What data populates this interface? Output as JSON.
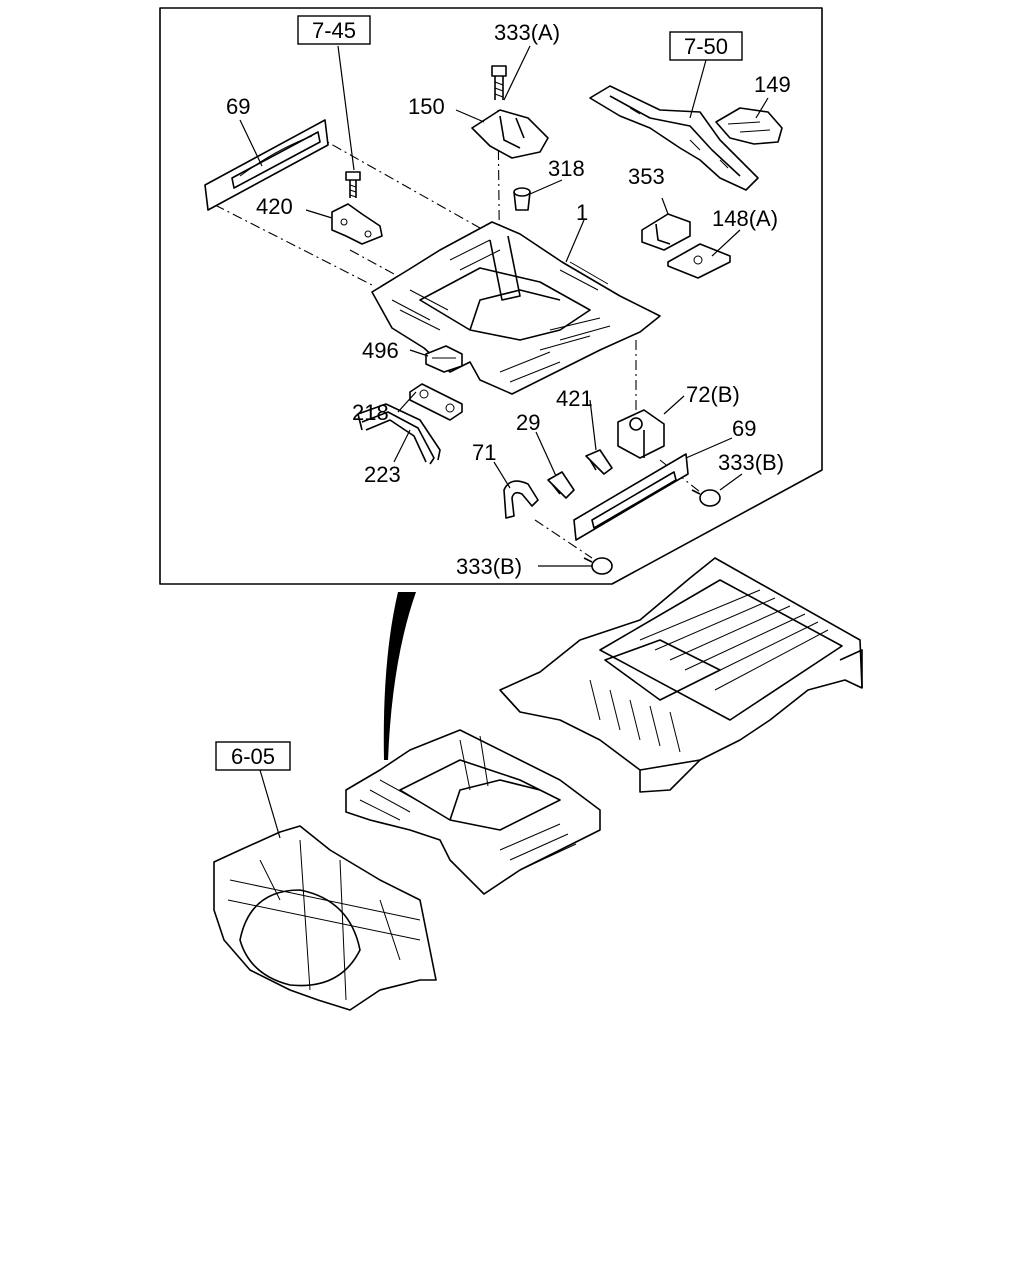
{
  "refs": {
    "r745": "7-45",
    "r750": "7-50",
    "r605": "6-05"
  },
  "labels": {
    "p333a": "333(A)",
    "p69a": "69",
    "p150": "150",
    "p149": "149",
    "p318": "318",
    "p353": "353",
    "p420": "420",
    "p1": "1",
    "p148a": "148(A)",
    "p496": "496",
    "p218": "218",
    "p421": "421",
    "p72b": "72(B)",
    "p29": "29",
    "p69b": "69",
    "p71": "71",
    "p333b1": "333(B)",
    "p223": "223",
    "p333b2": "333(B)"
  }
}
